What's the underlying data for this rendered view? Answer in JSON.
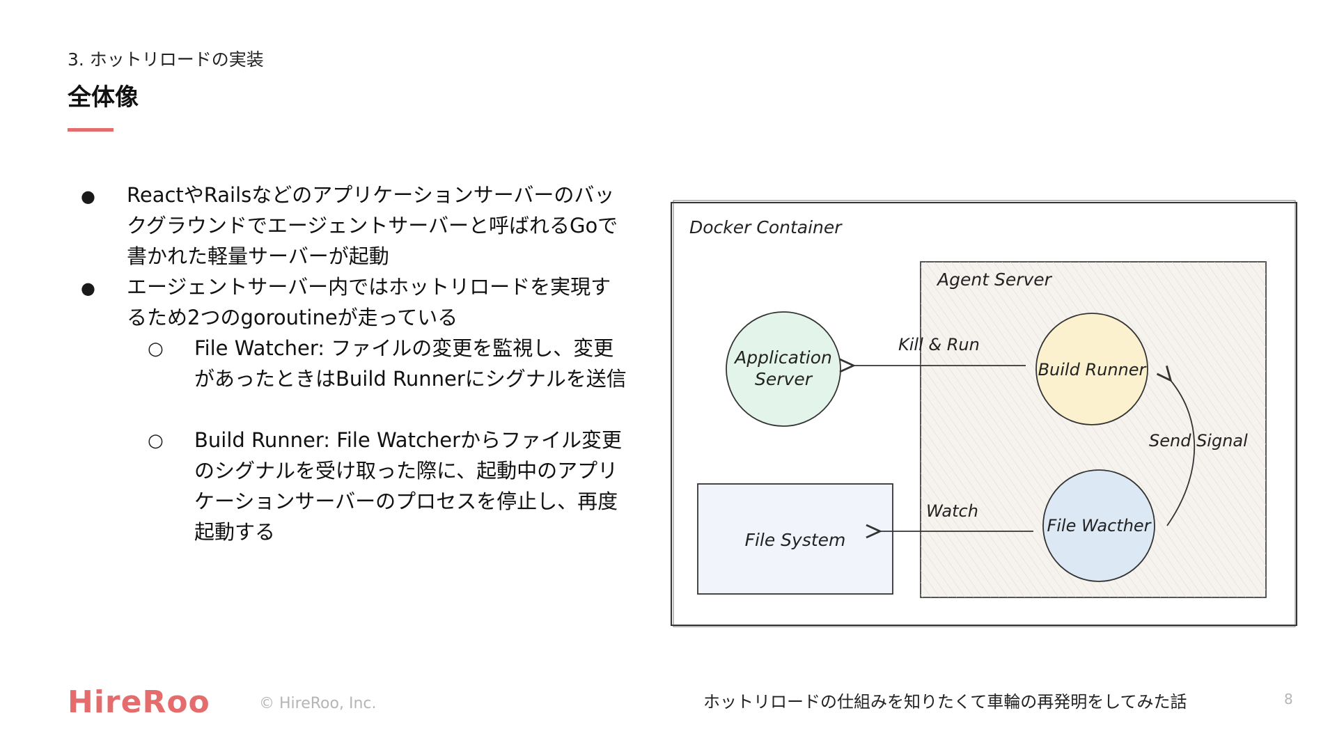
{
  "header": {
    "section": "3. ホットリロードの実装",
    "title": "全体像"
  },
  "bullets": [
    {
      "level": 1,
      "marker": "●",
      "text": "ReactやRailsなどのアプリケーションサーバーのバックグラウンドでエージェントサーバーと呼ばれるGoで書かれた軽量サーバーが起動"
    },
    {
      "level": 1,
      "marker": "●",
      "text": "エージェントサーバー内ではホットリロードを実現するため2つのgoroutineが走っている"
    },
    {
      "level": 2,
      "marker": "○",
      "text": "File Watcher: ファイルの変更を監視し、変更があったときはBuild Runnerにシグナルを送信"
    },
    {
      "level": 2,
      "marker": "○",
      "text": "Build Runner: File Watcherからファイル変更のシグナルを受け取った際に、起動中のアプリケーションサーバーのプロセスを停止し、再度起動する"
    }
  ],
  "diagram": {
    "container_label": "Docker Container",
    "agent_label": "Agent Server",
    "app_server_line1": "Application",
    "app_server_line2": "Server",
    "build_runner": "Build Runner",
    "file_watcher": "File Wacther",
    "file_system": "File System",
    "kill_run": "Kill & Run",
    "send_signal": "Send Signal",
    "watch": "Watch",
    "colors": {
      "app_server_fill": "#e3f5ea",
      "build_runner_fill": "#fbf1cf",
      "file_watcher_fill": "#dde8f5",
      "file_system_fill": "#f1f5fb",
      "agent_fill": "#f6f3ef"
    }
  },
  "footer": {
    "logo": "HireRoo",
    "copyright": "© HireRoo, Inc.",
    "talk_title": "ホットリロードの仕組みを知りたくて車輪の再発明をしてみた話",
    "page": "8"
  },
  "colors": {
    "accent": "#e46c6c"
  }
}
